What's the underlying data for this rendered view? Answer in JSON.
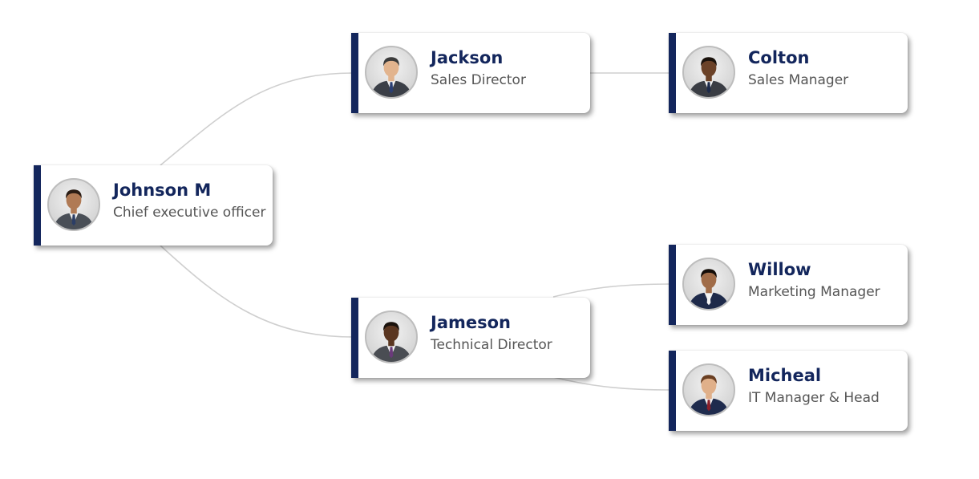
{
  "colors": {
    "accent": "#13265c",
    "connector": "#cfcfcf",
    "title_text": "#555555"
  },
  "nodes": [
    {
      "id": "johnson",
      "name": "Johnson M",
      "title": "Chief executive officer",
      "avatar": {
        "icon": "person-avatar-icon",
        "skin": "#b07a55",
        "hair": "#2a1c14",
        "suit": "#4a4f57",
        "tie": "#2c3e66"
      }
    },
    {
      "id": "jackson",
      "name": "Jackson",
      "title": "Sales Director",
      "avatar": {
        "icon": "person-avatar-icon",
        "skin": "#e2b48e",
        "hair": "#3a3a3a",
        "suit": "#3b3f47",
        "tie": "#2b3f73"
      }
    },
    {
      "id": "colton",
      "name": "Colton",
      "title": "Sales Manager",
      "avatar": {
        "icon": "person-avatar-icon",
        "skin": "#6b4228",
        "hair": "#1a120c",
        "suit": "#3a3d44",
        "tie": "#1d2a4a"
      }
    },
    {
      "id": "jameson",
      "name": "Jameson",
      "title": "Technical Director",
      "avatar": {
        "icon": "person-avatar-icon",
        "skin": "#5a3620",
        "hair": "#1a120c",
        "suit": "#4a4d53",
        "tie": "#6a3a7a"
      }
    },
    {
      "id": "willow",
      "name": "Willow",
      "title": "Marketing Manager",
      "avatar": {
        "icon": "person-avatar-icon",
        "skin": "#a06c48",
        "hair": "#140d08",
        "suit": "#1e2a4a",
        "tie": "#f4f4f4"
      }
    },
    {
      "id": "micheal",
      "name": "Micheal",
      "title": "IT Manager & Head",
      "avatar": {
        "icon": "person-avatar-icon",
        "skin": "#e0b08a",
        "hair": "#6a3f22",
        "suit": "#1f2b4d",
        "tie": "#8a1f2a"
      }
    }
  ],
  "links": [
    {
      "from": "johnson",
      "to": "jackson"
    },
    {
      "from": "johnson",
      "to": "jameson"
    },
    {
      "from": "jackson",
      "to": "colton"
    },
    {
      "from": "jameson",
      "to": "willow"
    },
    {
      "from": "jameson",
      "to": "micheal"
    }
  ]
}
